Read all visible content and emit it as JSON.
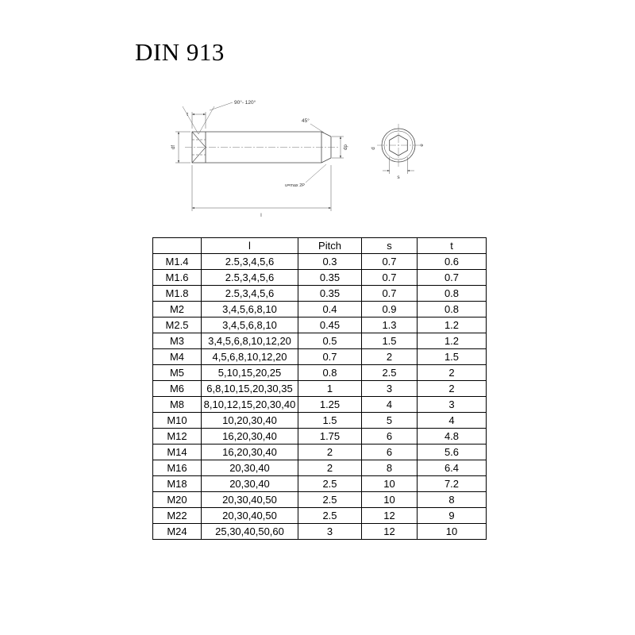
{
  "page": {
    "title": "DIN 913"
  },
  "drawing": {
    "angle_socket": "90°- 120°",
    "angle_chamfer": "45°",
    "dim_t": "t",
    "dim_df": "df",
    "dim_dp": "dp",
    "dim_u": "u=max 2P",
    "dim_l": "l",
    "dim_d": "d",
    "dim_e": "e",
    "dim_s": "s"
  },
  "table": {
    "headers": [
      "",
      "l",
      "Pitch",
      "s",
      "t"
    ],
    "rows": [
      [
        "M1.4",
        "2.5,3,4,5,6",
        "0.3",
        "0.7",
        "0.6"
      ],
      [
        "M1.6",
        "2.5,3,4,5,6",
        "0.35",
        "0.7",
        "0.7"
      ],
      [
        "M1.8",
        "2.5,3,4,5,6",
        "0.35",
        "0.7",
        "0.8"
      ],
      [
        "M2",
        "3,4,5,6,8,10",
        "0.4",
        "0.9",
        "0.8"
      ],
      [
        "M2.5",
        "3,4,5,6,8,10",
        "0.45",
        "1.3",
        "1.2"
      ],
      [
        "M3",
        "3,4,5,6,8,10,12,20",
        "0.5",
        "1.5",
        "1.2"
      ],
      [
        "M4",
        "4,5,6,8,10,12,20",
        "0.7",
        "2",
        "1.5"
      ],
      [
        "M5",
        "5,10,15,20,25",
        "0.8",
        "2.5",
        "2"
      ],
      [
        "M6",
        "6,8,10,15,20,30,35",
        "1",
        "3",
        "2"
      ],
      [
        "M8",
        "8,10,12,15,20,30,40",
        "1.25",
        "4",
        "3"
      ],
      [
        "M10",
        "10,20,30,40",
        "1.5",
        "5",
        "4"
      ],
      [
        "M12",
        "16,20,30,40",
        "1.75",
        "6",
        "4.8"
      ],
      [
        "M14",
        "16,20,30,40",
        "2",
        "6",
        "5.6"
      ],
      [
        "M16",
        "20,30,40",
        "2",
        "8",
        "6.4"
      ],
      [
        "M18",
        "20,30,40",
        "2.5",
        "10",
        "7.2"
      ],
      [
        "M20",
        "20,30,40,50",
        "2.5",
        "10",
        "8"
      ],
      [
        "M22",
        "20,30,40,50",
        "2.5",
        "12",
        "9"
      ],
      [
        "M24",
        "25,30,40,50,60",
        "3",
        "12",
        "10"
      ]
    ]
  }
}
